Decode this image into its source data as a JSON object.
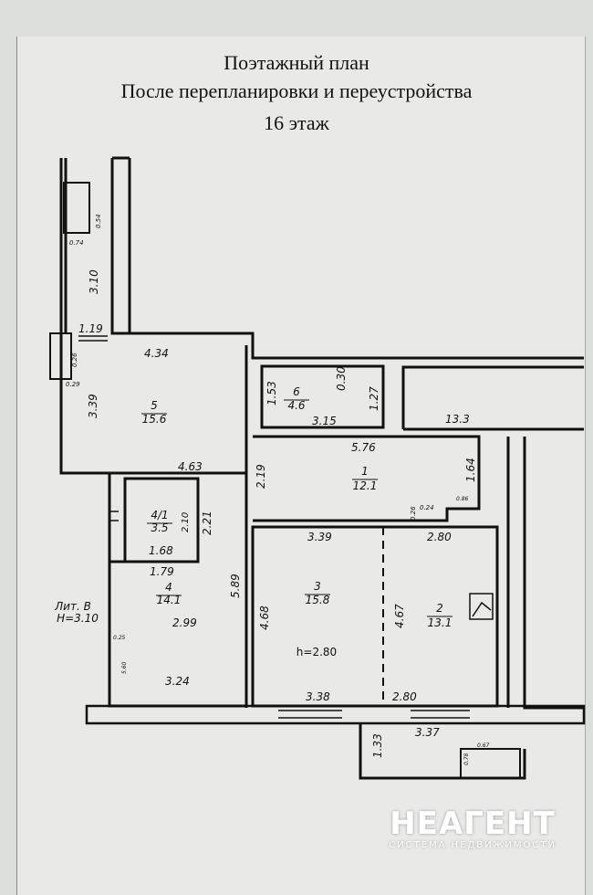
{
  "header": {
    "line1": "Поэтажный план",
    "line2": "После перепланировки и переустройства",
    "line3": "16 этаж"
  },
  "rooms": [
    {
      "id": "5",
      "area": "15.6"
    },
    {
      "id": "6",
      "area": "4.6"
    },
    {
      "id": "1",
      "area": "12.1"
    },
    {
      "id": "4/1",
      "area": "3.5"
    },
    {
      "id": "4",
      "area": "14.1"
    },
    {
      "id": "3",
      "area": "15.8"
    },
    {
      "id": "2",
      "area": "13.1"
    }
  ],
  "dimensions": [
    "3.10",
    "0.54",
    "0.74",
    "1.19",
    "4.34",
    "0.26",
    "0.29",
    "3.39",
    "4.63",
    "2.19",
    "1.53",
    "0.30",
    "1.27",
    "3.15",
    "5.76",
    "13.3",
    "1.64",
    "0.26",
    "0.24",
    "0.86",
    "2.10",
    "2.21",
    "1.68",
    "1.79",
    "2.99",
    "5.89",
    "3.24",
    "0.25",
    "5.60",
    "3.39",
    "2.80",
    "4.68",
    "4.67",
    "3.38",
    "2.80",
    "3.37",
    "1.33",
    "0.67",
    "0.78"
  ],
  "notes": {
    "lit": "Лит. В",
    "height_left": "H=3.10",
    "height_main": "h=2.80"
  },
  "watermark": {
    "brand": "НЕАГЕНТ",
    "tagline": "СИСТЕМА НЕДВИЖИМОСТИ"
  }
}
